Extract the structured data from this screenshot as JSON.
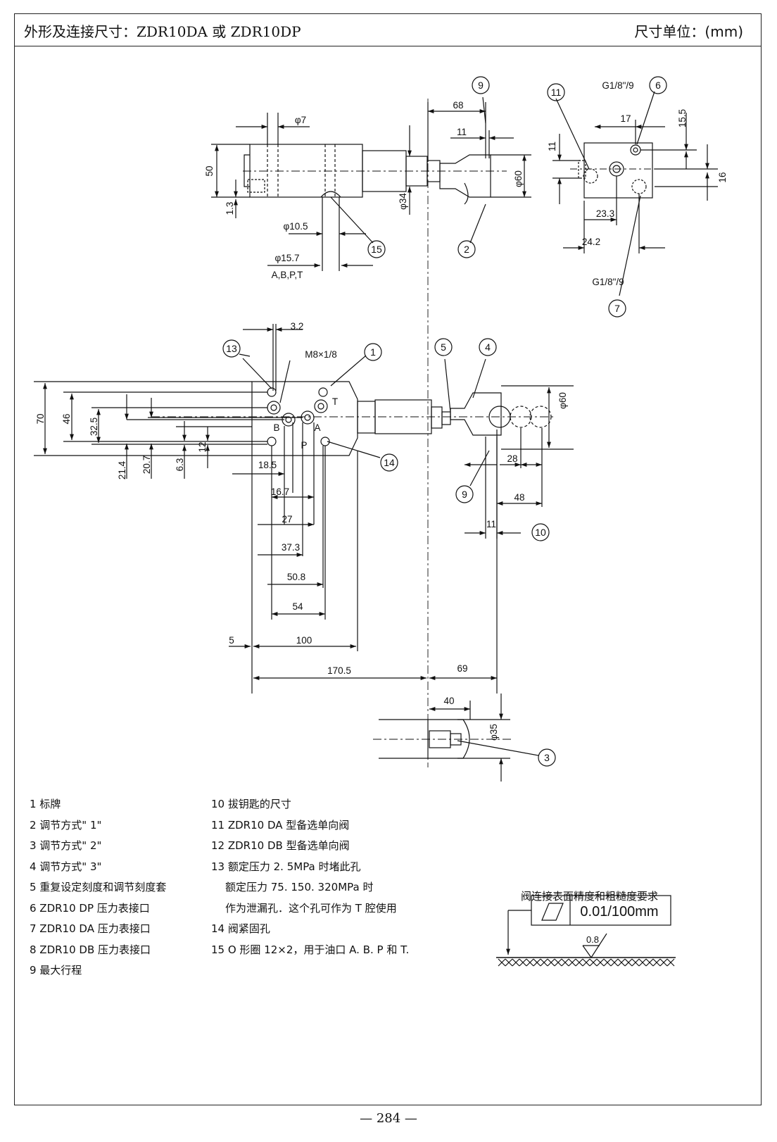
{
  "header": {
    "title": "外形及连接尺寸：ZDR10DA 或 ZDR10DP",
    "unit": "尺寸单位：(mm)"
  },
  "callouts": {
    "c1": "1",
    "c2": "2",
    "c3": "3",
    "c4": "4",
    "c5": "5",
    "c6": "6",
    "c7": "7",
    "c9a": "9",
    "c9b": "9",
    "c10": "10",
    "c11": "11",
    "c13": "13",
    "c14": "14",
    "c15": "15"
  },
  "dims": {
    "top_68": "68",
    "top_11": "11",
    "top_phi7": "φ7",
    "top_50": "50",
    "top_1_3": "1.3",
    "top_phi10_5": "φ10.5",
    "top_phi15_7": "φ15.7",
    "top_ports": "A,B,P,T",
    "top_phi34": "φ34",
    "top_phi60": "φ60",
    "side_g18_9_top": "G1/8\"/9",
    "side_17": "17",
    "side_15_5": "15.5",
    "side_11": "11",
    "side_16": "16",
    "side_23_3": "23.3",
    "side_24_2": "24.2",
    "side_g18_9_bottom": "G1/8\"/9",
    "main_3_2": "3.2",
    "main_m8": "M8×1/8",
    "main_70": "70",
    "main_46": "46",
    "main_32_5": "32.5",
    "main_21_4": "21.4",
    "main_20_7": "20.7",
    "main_6_3": "6.3",
    "main_12": "12",
    "main_18_5": "18.5",
    "main_16_7": "16.7",
    "main_27": "27",
    "main_37_3": "37.3",
    "main_50_8": "50.8",
    "main_54": "54",
    "main_5": "5",
    "main_100": "100",
    "main_170_5": "170.5",
    "main_69": "69",
    "main_phi60": "φ60",
    "main_28": "28",
    "main_48": "48",
    "main_11": "11",
    "port_b": "B",
    "port_a": "A",
    "port_p": "P",
    "port_t": "T",
    "bot_40": "40",
    "bot_phi35": "φ35"
  },
  "legend_left": [
    "1 标牌",
    "2 调节方式\" 1\"",
    "3 调节方式\" 2\"",
    "4 调节方式\" 3\"",
    "5 重复设定刻度和调节刻度套",
    "6 ZDR10 DP 压力表接口",
    "7 ZDR10 DA 压力表接口",
    "8 ZDR10 DB 压力表接口",
    "9 最大行程"
  ],
  "legend_right": [
    "10 拔钥匙的尺寸",
    "11 ZDR10 DA 型备选单向阀",
    "12 ZDR10 DB 型备选单向阀",
    "13 额定压力 2. 5MPa 时堵此孔",
    "额定压力 75. 150. 320MPa 时",
    "作为泄漏孔．这个孔可作为 T 腔使用",
    "14 阀紧固孔",
    "15 O 形圈 12×2，用于油口 A. B. P 和 T."
  ],
  "surface": {
    "title": "阀连接表面精度和粗糙度要求",
    "flatness": "0.01/100mm",
    "roughness": "0.8"
  },
  "page": {
    "number": "— 284 —"
  }
}
